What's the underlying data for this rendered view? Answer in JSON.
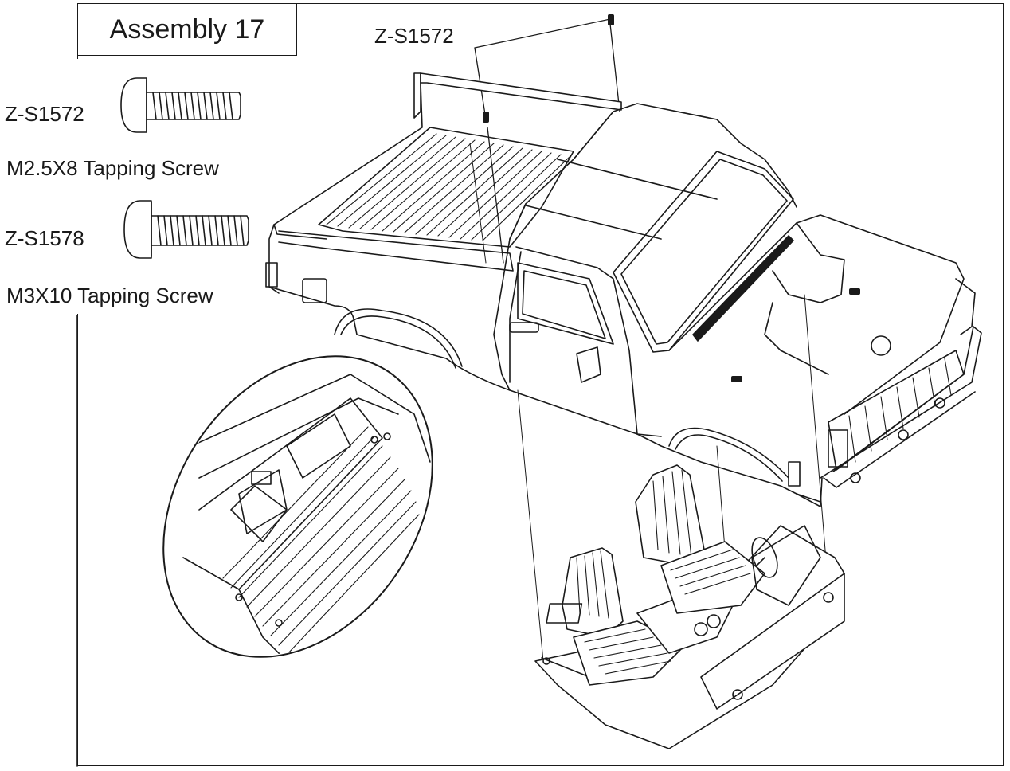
{
  "title": "Assembly 17",
  "callout_part": "Z-S1572",
  "parts": [
    {
      "part_no": "Z-S1572",
      "description": "M2.5X8  Tapping Screw"
    },
    {
      "part_no": "Z-S1578",
      "description": "M3X10  Tapping Screw"
    }
  ],
  "colors": {
    "line": "#1a1a1a",
    "background": "#ffffff"
  }
}
